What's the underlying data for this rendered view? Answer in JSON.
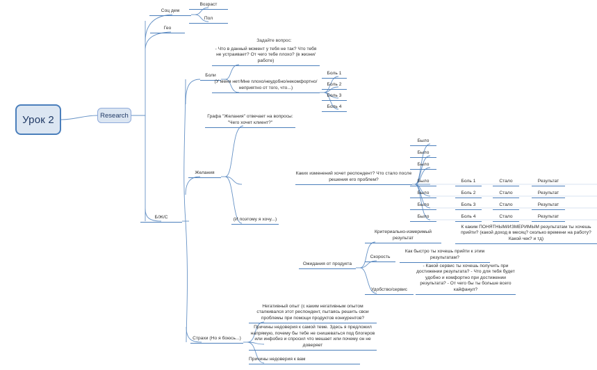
{
  "document": {
    "type": "mindmap",
    "title": "Урок 2",
    "language": "ru",
    "background_color": "#ffffff",
    "accent_color": "#4a7ebb",
    "node_fill_color": "#dce6f2",
    "text_color": "#2b2b2b"
  },
  "root": {
    "label": "Урок 2"
  },
  "research": {
    "label": "Research"
  },
  "branches": {
    "soc_dem": {
      "label": "Соц дем",
      "children": [
        {
          "label": "Возраст"
        },
        {
          "label": "Пол"
        }
      ]
    },
    "geo": {
      "label": "Гео"
    },
    "bzhs": {
      "label": "Б/Ж/С"
    }
  },
  "pains": {
    "label": "Боли",
    "header_note": "Задайте вопрос:",
    "questions": [
      {
        "label": "- Что в данный момент у тебя не так? Что тебя не устраивает? От чего тебе плохо? (в жизни/работе)"
      },
      {
        "label": "(У меня нет/Мне плохо/неудобно/некомфортно/ неприятно от того, что...)"
      }
    ],
    "pain_items": [
      {
        "label": "Боль 1"
      },
      {
        "label": "Боль 2"
      },
      {
        "label": "Боль 3"
      },
      {
        "label": "Боль 4"
      }
    ]
  },
  "desires": {
    "label": "Желания",
    "intro": "Графа \"Желания\" отвечает на вопросы: \"Чего хочет клиент?\"",
    "changes_question": "Каких изменений хочет респондент? Что стало после решения его проблем?",
    "therefore": "(И поэтому я хочу...)",
    "matrix": {
      "columns": [
        "Было",
        "Боль",
        "Стало",
        "Результат"
      ],
      "before_only_rows": [
        {
          "before": "Было"
        },
        {
          "before": "Было"
        },
        {
          "before": "Было"
        }
      ],
      "full_rows": [
        {
          "before": "Было",
          "pain": "Боль 1",
          "after": "Стало",
          "result": "Результат"
        },
        {
          "before": "Было",
          "pain": "Боль 2",
          "after": "Стало",
          "result": "Результат"
        },
        {
          "before": "Было",
          "pain": "Боль 3",
          "after": "Стало",
          "result": "Результат"
        },
        {
          "before": "Было",
          "pain": "Боль 4",
          "after": "Стало",
          "result": "Результат"
        }
      ]
    }
  },
  "product_expectations": {
    "label": "Ожидания от продукта",
    "items": [
      {
        "label": "Критериально-измеримый результат",
        "detail": "К каким ПОНЯТНЫМ/ИЗМЕРИМЫМ результатам ты хочешь прийти? (какой доход в месяц? сколько времени на работу? Какой чек? и тд)"
      },
      {
        "label": "Скорость",
        "detail": "Как быстро ты хочешь прийти к этим результатам?"
      },
      {
        "label": "Удобство/сервис",
        "detail": "- Какой сервис ты хочешь получить при достижении результата? - Что для тебя будет удобно и комфортно при достижении результата? - От чего бы ты больше всего кайфанул?"
      }
    ]
  },
  "fears": {
    "label": "Страхи (Но я боюсь...)",
    "items": [
      {
        "label": "Негативный опыт (с каким негативным опытом сталкивался этот респондент, пытаясь решить свои проблемы при помощи продуктов конкурентов?"
      },
      {
        "label": "Причины недоверия к самой теме. Здесь я предложил напрямую, почему бы тебе не снишеваться под блогеров или инфобиз и спросил что мешает или почему он не доверяет"
      },
      {
        "label": "Причины недоверия к вам"
      }
    ]
  }
}
